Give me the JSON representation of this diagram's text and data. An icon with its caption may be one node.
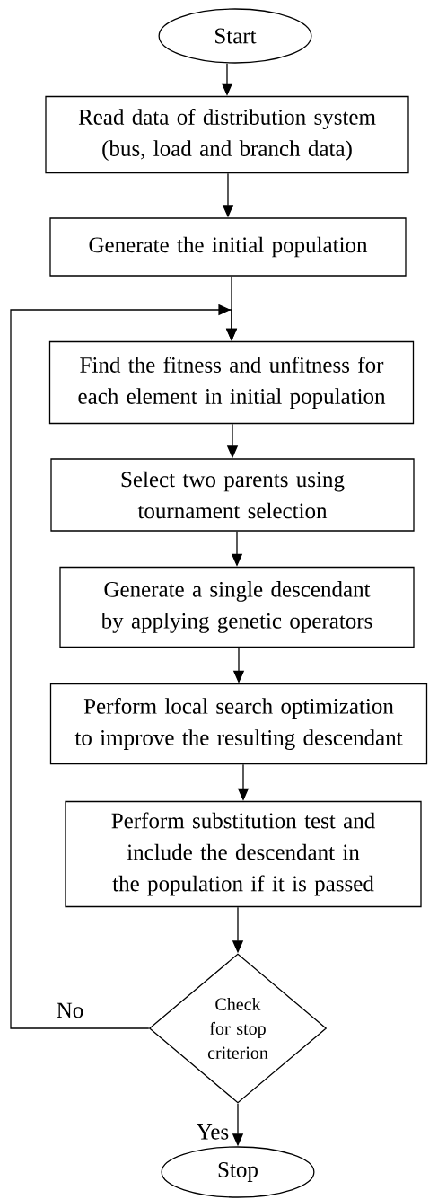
{
  "diagram": {
    "nodes": [
      {
        "text": [
          "Start"
        ]
      },
      {
        "text": [
          "Read data of distribution system (bus, load and branch data)"
        ]
      },
      {
        "text": [
          "Generate the initial population"
        ]
      },
      {
        "text": [
          "Find the fitness and unfitness for each element in initial population"
        ]
      },
      {
        "text": [
          "Select two parents using tournament selection"
        ]
      },
      {
        "text": [
          "Generate a single descendant by applying genetic operators"
        ]
      },
      {
        "text": [
          "Perform local search optimization to improve the resulting descendant"
        ]
      },
      {
        "text": [
          "Perform substitution test and include the descendant in the population if it is passed"
        ]
      },
      {
        "text": [
          "Check for stop criterion"
        ]
      },
      {
        "text": [
          "Stop"
        ]
      }
    ],
    "edges": [
      {
        "from": 0,
        "to": 1,
        "arrow": "to"
      },
      {
        "from": 1,
        "to": 2,
        "arrow": "to"
      },
      {
        "from": 2,
        "to": 3,
        "arrow": "to"
      },
      {
        "from": 3,
        "to": 4,
        "arrow": "to"
      },
      {
        "from": 4,
        "to": 5,
        "arrow": "to"
      },
      {
        "from": 5,
        "to": 6,
        "arrow": "to"
      },
      {
        "from": 6,
        "to": 7,
        "arrow": "to"
      },
      {
        "from": 7,
        "to": 8,
        "arrow": "to"
      },
      {
        "from": 8,
        "to": 3,
        "arrow": "to",
        "label": "No"
      },
      {
        "from": 8,
        "to": 9,
        "arrow": "to",
        "label": "Yes"
      }
    ]
  }
}
